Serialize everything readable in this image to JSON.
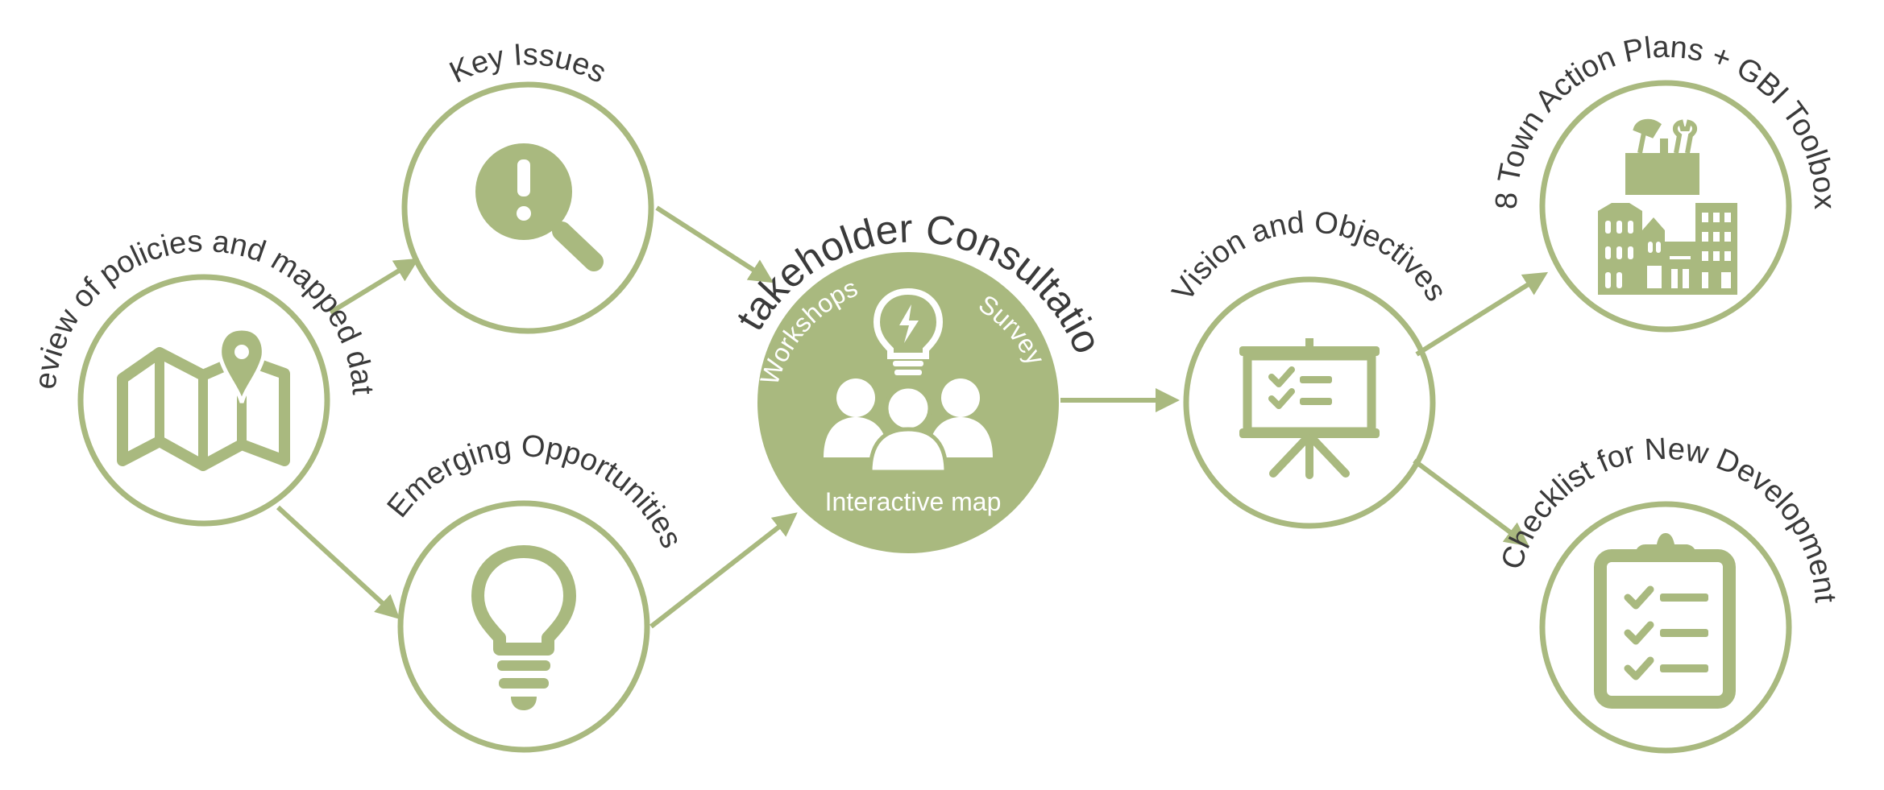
{
  "colors": {
    "accent": "#a9b97f",
    "label": "#3a3a3a",
    "inner_text": "#ffffff"
  },
  "nodes": {
    "review": {
      "label": "Review of policies and mapped data",
      "icon": "map-pin-icon"
    },
    "key_issues": {
      "label": "Key Issues",
      "icon": "magnifier-exclamation-icon"
    },
    "emerging": {
      "label": "Emerging Opportunities",
      "icon": "lightbulb-icon"
    },
    "stakeholder": {
      "label": "Stakeholder Consultation",
      "workshops": "Workshops",
      "survey": "Survey",
      "interactive_map": "Interactive map",
      "icon": "people-idea-icon"
    },
    "vision": {
      "label": "Vision and Objectives",
      "icon": "presentation-board-icon"
    },
    "action_plans": {
      "label": "8 Town Action Plans + GBI Toolbox",
      "icon": "toolbox-town-icon"
    },
    "checklist": {
      "label": "Checklist for New Development",
      "icon": "clipboard-checklist-icon"
    }
  }
}
